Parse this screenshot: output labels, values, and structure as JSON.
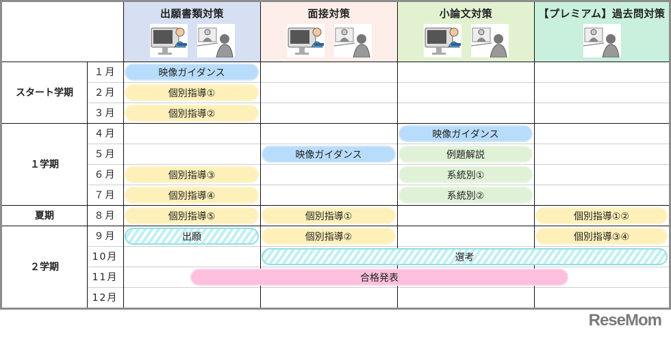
{
  "columns": [
    {
      "title": "出願書類対策",
      "color": "#d6e0f2",
      "images": [
        "video-lecture",
        "online-interview"
      ]
    },
    {
      "title": "面接対策",
      "color": "#fdeeea",
      "images": [
        "video-lecture",
        "online-interview"
      ]
    },
    {
      "title": "小論文対策",
      "color": "#e2f2d1",
      "images": [
        "video-lecture",
        "online-interview"
      ]
    },
    {
      "title": "【プレミアム】過去問対策",
      "color": "#c8f0dc",
      "images": [
        "online-interview"
      ]
    }
  ],
  "terms": [
    {
      "label": "スタート学期",
      "months": [
        1,
        2,
        3
      ]
    },
    {
      "label": "１学期",
      "months": [
        4,
        5,
        6,
        7
      ]
    },
    {
      "label": "夏期",
      "months": [
        8
      ]
    },
    {
      "label": "２学期",
      "months": [
        9,
        10,
        11,
        12
      ]
    }
  ],
  "months": [
    "１月",
    "２月",
    "３月",
    "４月",
    "５月",
    "６月",
    "７月",
    "８月",
    "９月",
    "10月",
    "11月",
    "12月"
  ],
  "bars": [
    {
      "label": "映像ガイダンス",
      "type": "blue",
      "col": 0,
      "month": 1
    },
    {
      "label": "個別指導①",
      "type": "yellow",
      "col": 0,
      "month": 2
    },
    {
      "label": "個別指導②",
      "type": "yellow",
      "col": 0,
      "month": 3
    },
    {
      "label": "個別指導③",
      "type": "yellow",
      "col": 0,
      "month": 6
    },
    {
      "label": "個別指導④",
      "type": "yellow",
      "col": 0,
      "month": 7
    },
    {
      "label": "個別指導⑤",
      "type": "yellow",
      "col": 0,
      "month": 8
    },
    {
      "label": "出願",
      "type": "stripe",
      "col": 0,
      "month": 9
    },
    {
      "label": "映像ガイダンス",
      "type": "blue",
      "col": 1,
      "month": 5
    },
    {
      "label": "個別指導①",
      "type": "yellow",
      "col": 1,
      "month": 8
    },
    {
      "label": "個別指導②",
      "type": "yellow",
      "col": 1,
      "month": 9
    },
    {
      "label": "映像ガイダンス",
      "type": "blue",
      "col": 2,
      "month": 4
    },
    {
      "label": "例題解説",
      "type": "green",
      "col": 2,
      "month": 5
    },
    {
      "label": "系統別①",
      "type": "green",
      "col": 2,
      "month": 6
    },
    {
      "label": "系統別②",
      "type": "green",
      "col": 2,
      "month": 7
    },
    {
      "label": "個別指導①②",
      "type": "yellow",
      "col": 3,
      "month": 8
    },
    {
      "label": "個別指導③④",
      "type": "yellow",
      "col": 3,
      "month": 9
    },
    {
      "label": "選考",
      "type": "stripe",
      "col": 1,
      "col_end": 3,
      "month": 10
    },
    {
      "label": "合格発表",
      "type": "pink",
      "col": 0,
      "col_end": 3,
      "month": 11,
      "partial": true
    }
  ],
  "logo": "ReseMom"
}
